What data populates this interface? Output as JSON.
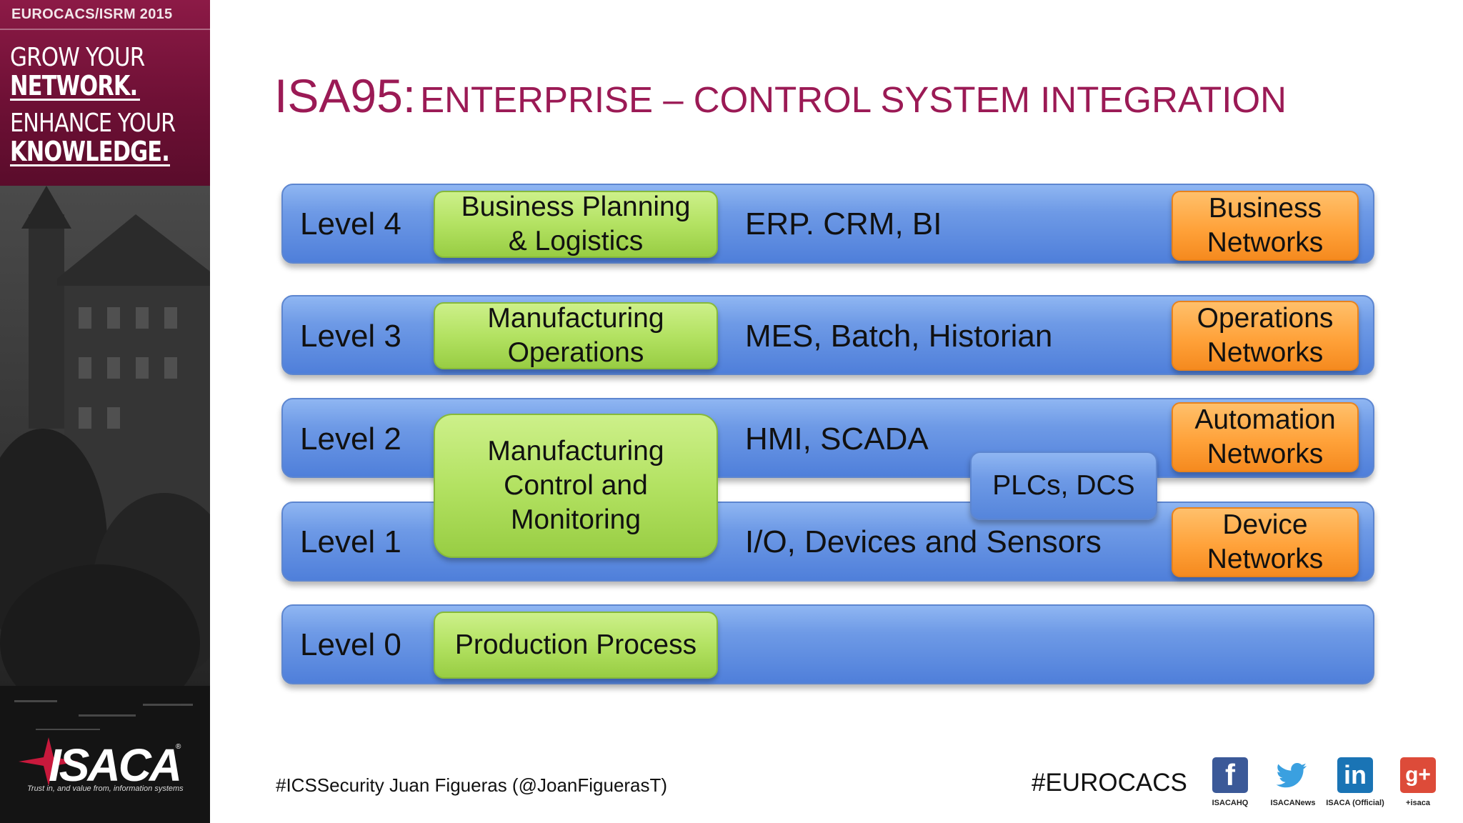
{
  "sidebar": {
    "event": "EUROCACS/ISRM 2015",
    "slogan_line1": "GROW YOUR",
    "slogan_line2": "NETWORK.",
    "slogan_line3": "ENHANCE YOUR",
    "slogan_line4": "KNOWLEDGE.",
    "logo_text": "ISACA",
    "logo_reg": "®",
    "tagline": "Trust in, and value from, information systems"
  },
  "title": {
    "main": "ISA95:",
    "sub": "ENTERPRISE – CONTROL SYSTEM INTEGRATION",
    "color": "#9b1a55"
  },
  "diagram": {
    "levels": [
      {
        "label": "Level 4",
        "system": "ERP. CRM, BI",
        "function": [
          "Business Planning",
          "& Logistics"
        ],
        "network": [
          "Business",
          "Networks"
        ]
      },
      {
        "label": "Level 3",
        "system": "MES, Batch, Historian",
        "function": [
          "Manufacturing",
          "Operations"
        ],
        "network": [
          "Operations",
          "Networks"
        ]
      },
      {
        "label": "Level 2",
        "system": "HMI, SCADA",
        "network": [
          "Automation",
          "Networks"
        ]
      },
      {
        "label": "Level 1",
        "system": "I/O, Devices and Sensors",
        "network": [
          "Device",
          "Networks"
        ]
      },
      {
        "label": "Level 0",
        "function": [
          "Production Process"
        ]
      }
    ],
    "shared_function": [
      "Manufacturing",
      "Control and",
      "Monitoring"
    ],
    "shared_system": "PLCs, DCS",
    "colors": {
      "level_bar": "#6e9ae6",
      "function_box": "#b3e262",
      "network_box": "#ffa23a"
    }
  },
  "footer": {
    "text": "#ICSSecurity Juan Figueras (@JoanFiguerasT)",
    "hashtag": "#EUROCACS",
    "social": [
      {
        "icon": "facebook-icon",
        "glyph": "f",
        "caption": "ISACAHQ",
        "color": "#3b5998"
      },
      {
        "icon": "twitter-icon",
        "glyph": "🐦",
        "caption": "ISACANews",
        "color": "#3aa0e0"
      },
      {
        "icon": "linkedin-icon",
        "glyph": "in",
        "caption": "ISACA (Official)",
        "color": "#1a74b5"
      },
      {
        "icon": "googleplus-icon",
        "glyph": "g+",
        "caption": "+isaca",
        "color": "#dd4b39"
      }
    ]
  }
}
